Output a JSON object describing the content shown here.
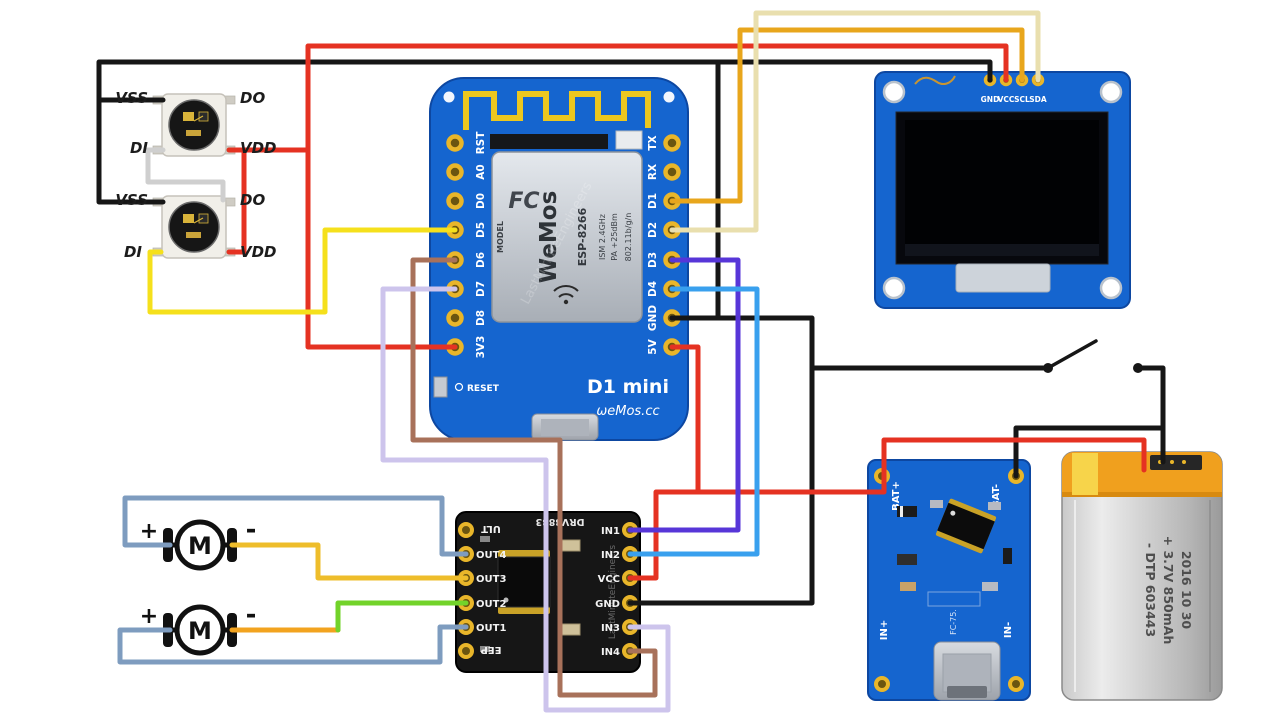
{
  "colors": {
    "wire_red": "#e53222",
    "wire_black": "#161616",
    "wire_yellow": "#f5e01c",
    "wire_gold": "#e8a61c",
    "wire_khaki": "#e9dfae",
    "wire_gray": "#cfcfcf",
    "wire_brown": "#a8715a",
    "wire_lavender": "#cdc4ec",
    "wire_purple": "#5736d8",
    "wire_blue": "#39a0ee",
    "wire_steel": "#7e9cbf",
    "wire_motor_gold": "#eebd2b",
    "wire_motor_orange": "#f2a31f",
    "wire_green": "#72d32a",
    "board_blue": "#1565cf",
    "board_black": "#161616",
    "pin_gold": "#e9b62a"
  },
  "led1": {
    "vss": "VSS",
    "di": "DI",
    "do": "DO",
    "vdd": "VDD"
  },
  "led2": {
    "vss": "VSS",
    "di": "DI",
    "do": "DO",
    "vdd": "VDD"
  },
  "wemos": {
    "left_pins": [
      "RST",
      "A0",
      "D0",
      "D5",
      "D6",
      "D7",
      "D8",
      "3V3"
    ],
    "right_pins": [
      "TX",
      "RX",
      "D1",
      "D2",
      "D3",
      "D4",
      "GND",
      "5V"
    ],
    "reset": "RESET",
    "board_name": "D1 mini",
    "brand": "ωeMos.cc",
    "shield": {
      "model": "MODEL",
      "name": "WeMos",
      "chip": "ESP-8266",
      "line1": "ISM 2.4GHz",
      "line2": "PA +25dBm",
      "line3": "802.11b/g/n",
      "fcc": "FC"
    }
  },
  "oled": {
    "pins": [
      "GND",
      "VCC",
      "SCL",
      "SDA"
    ]
  },
  "driver": {
    "left_pins": [
      "ULT",
      "OUT4",
      "OUT3",
      "OUT2",
      "OUT1",
      "EEP"
    ],
    "right_pins": [
      "IN1",
      "IN2",
      "VCC",
      "GND",
      "IN3",
      "IN4"
    ],
    "chip": "DRV8833"
  },
  "charger": {
    "bat_plus": "BAT+",
    "bat_minus": "BAT-",
    "in_plus": "IN+",
    "in_minus": "IN-",
    "marking": "FC-75."
  },
  "battery": {
    "line1": "- DTP 603443",
    "line2": "+ 3.7V 850mAh",
    "line3": "2016 10 30"
  },
  "motor1": {
    "symbol": "M",
    "plus": "+",
    "minus": "-"
  },
  "motor2": {
    "symbol": "M",
    "plus": "+",
    "minus": "-"
  },
  "watermark": "LastMinuteEngineers"
}
